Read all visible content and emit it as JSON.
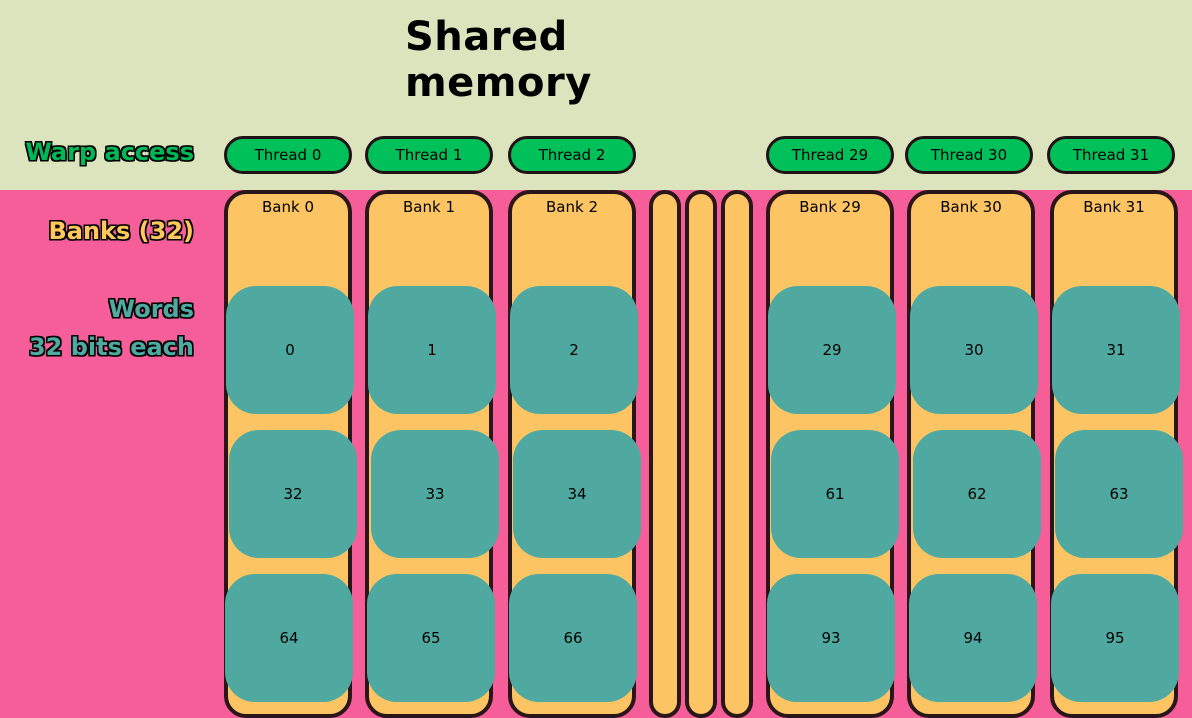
{
  "title": "Shared memory",
  "labels": {
    "warp_access": "Warp access",
    "banks": "Banks (32)",
    "words_line1": "Words",
    "words_line2": "32 bits each"
  },
  "threads": [
    "Thread 0",
    "Thread 1",
    "Thread 2",
    "Thread 29",
    "Thread 30",
    "Thread 31"
  ],
  "banks": [
    "Bank 0",
    "Bank 1",
    "Bank 2",
    "Bank 29",
    "Bank 30",
    "Bank 31"
  ],
  "words": {
    "row0": [
      "0",
      "1",
      "2",
      "29",
      "30",
      "31"
    ],
    "row1": [
      "32",
      "33",
      "34",
      "61",
      "62",
      "63"
    ],
    "row2": [
      "64",
      "65",
      "66",
      "93",
      "94",
      "95"
    ]
  },
  "colors": {
    "top_background": "#dce4bd",
    "bottom_background": "#f55e98",
    "thread_fill": "#00c05a",
    "bank_fill": "#fdc464",
    "word_fill": "#4fa9a0",
    "outline": "#2a1518"
  }
}
